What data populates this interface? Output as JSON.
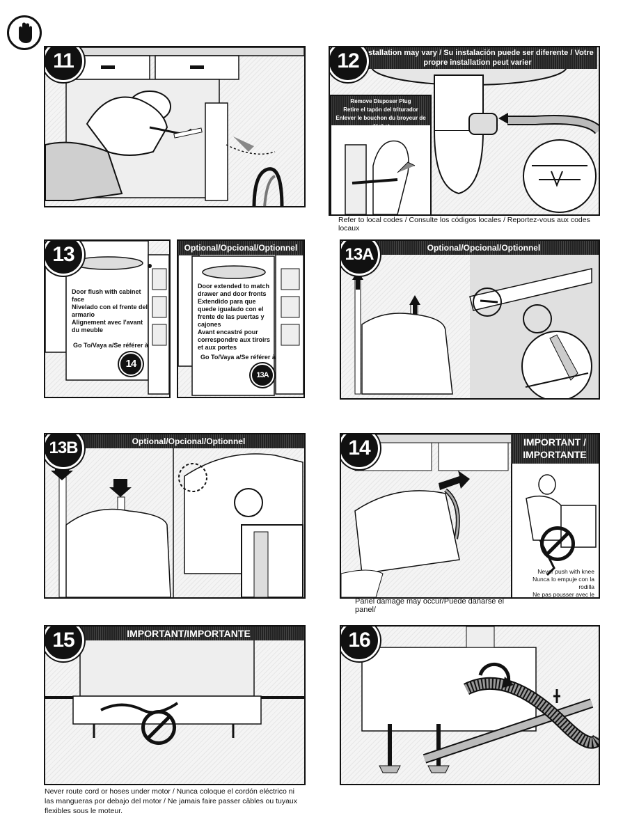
{
  "page": {
    "caution_icon": "hand-stop-icon"
  },
  "step11": {
    "number": "11"
  },
  "step12": {
    "number": "12",
    "header": "Installation may vary / Su instalación puede ser diferente / Votre propre installation peut varier",
    "inset_title": "Remove Disposer Plug\nRetire el tapón del triturador\nEnlever le bouchon du broyeur de déchet",
    "caption": "Refer to local codes / Consulte los códigos locales / Reportez-vous aux codes locaux"
  },
  "step13": {
    "number": "13",
    "left_text": "Door flush with cabinet face\nNivelado con el frente del armario\nAlignement avec l'avant du meuble",
    "left_goto": "Go To/Vaya a/Se référer à",
    "left_goto_num": "14",
    "right_header": "Optional/Opcional/Optionnel",
    "right_text": "Door extended to match drawer and door fronts\nExtendido para que quede igualado con el frente de las puertas y cajones\nAvant encastré pour correspondre aux tiroirs et aux portes",
    "right_goto": "Go To/Vaya a/Se référer à",
    "right_goto_num": "13A"
  },
  "step13A": {
    "number": "13A",
    "header": "Optional/Opcional/Optionnel"
  },
  "step13B": {
    "number": "13B",
    "header": "Optional/Opcional/Optionnel"
  },
  "step14": {
    "number": "14",
    "important": "IMPORTANT / IMPORTANTE",
    "inset_text": "Never push with knee\nNunca lo empuje con la rodilla\nNe pas pousser avec le genou",
    "caption": "Panel damage may occur/Puede dañarse el panel/"
  },
  "step15": {
    "number": "15",
    "header": "IMPORTANT/IMPORTANTE",
    "caption": "Never route cord or hoses under motor / Nunca coloque el cordón eléctrico ni las mangueras por debajo del motor / Ne jamais faire passer câbles ou tuyaux flexibles sous le moteur."
  },
  "step16": {
    "number": "16"
  }
}
